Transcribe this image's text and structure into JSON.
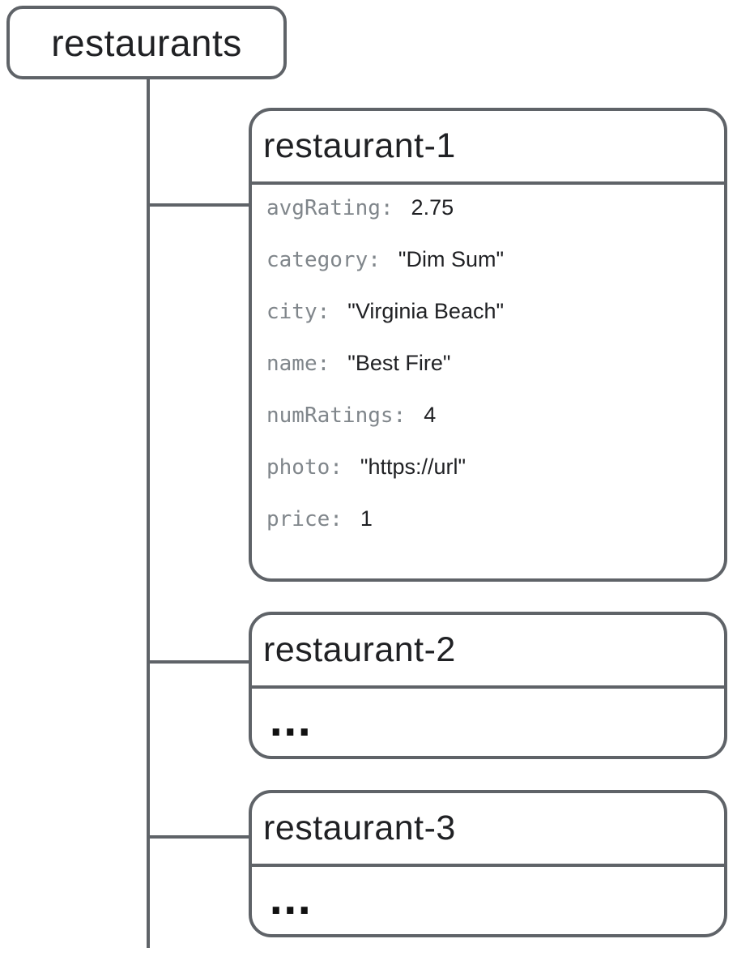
{
  "theme": {
    "line_color": "#5f6368",
    "title_text_color": "#202124",
    "key_text_color": "#80868b",
    "value_text_color": "#202124"
  },
  "diagram": {
    "root": {
      "label": "restaurants"
    },
    "documents": [
      {
        "id": "restaurant-1",
        "fields": [
          {
            "key": "avgRating:",
            "value": "2.75"
          },
          {
            "key": "category:",
            "value": "\"Dim Sum\""
          },
          {
            "key": "city:",
            "value": "\"Virginia Beach\""
          },
          {
            "key": "name:",
            "value": "\"Best Fire\""
          },
          {
            "key": "numRatings:",
            "value": "4"
          },
          {
            "key": "photo:",
            "value": "\"https://url\""
          },
          {
            "key": "price:",
            "value": "1"
          }
        ]
      },
      {
        "id": "restaurant-2",
        "collapsed": "..."
      },
      {
        "id": "restaurant-3",
        "collapsed": "..."
      }
    ]
  }
}
